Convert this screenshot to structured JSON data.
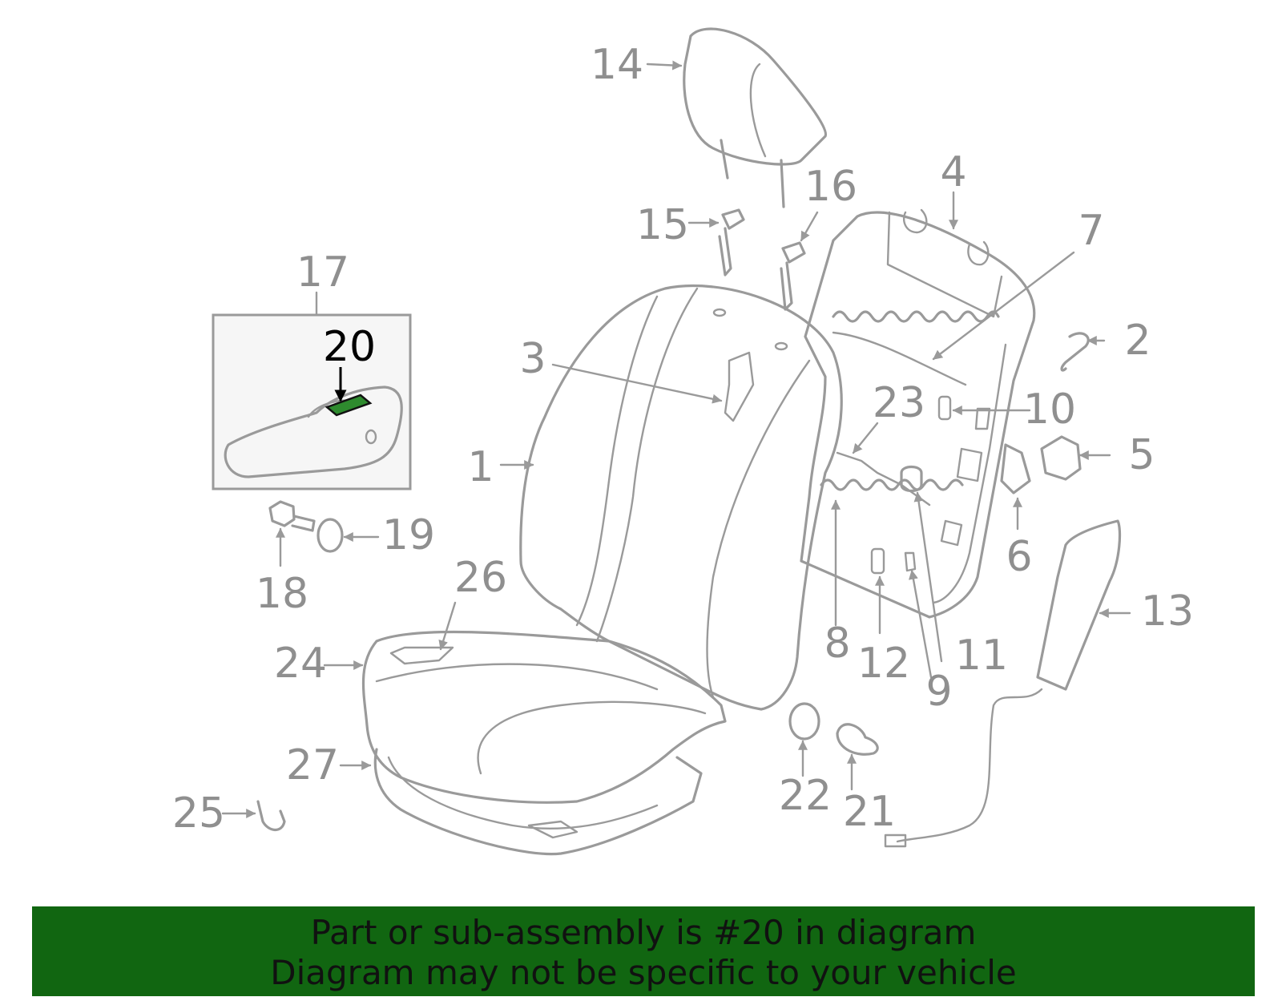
{
  "diagram": {
    "callouts": {
      "c1": "1",
      "c2": "2",
      "c3": "3",
      "c4": "4",
      "c5": "5",
      "c6": "6",
      "c7": "7",
      "c8": "8",
      "c9": "9",
      "c10": "10",
      "c11": "11",
      "c12": "12",
      "c13": "13",
      "c14": "14",
      "c15": "15",
      "c16": "16",
      "c17": "17",
      "c18": "18",
      "c19": "19",
      "c20": "20",
      "c21": "21",
      "c22": "22",
      "c23": "23",
      "c24": "24",
      "c25": "25",
      "c26": "26",
      "c27": "27"
    },
    "highlighted_part": "20",
    "colors": {
      "line": "#9a9a9a",
      "label": "#8f8f8f",
      "highlight_label": "#000000",
      "highlight_fill": "#2e8b2e",
      "banner_bg": "#116611"
    }
  },
  "banner": {
    "line1": "Part or sub-assembly is #20 in diagram",
    "line2": "Diagram may not be specific to your vehicle"
  }
}
